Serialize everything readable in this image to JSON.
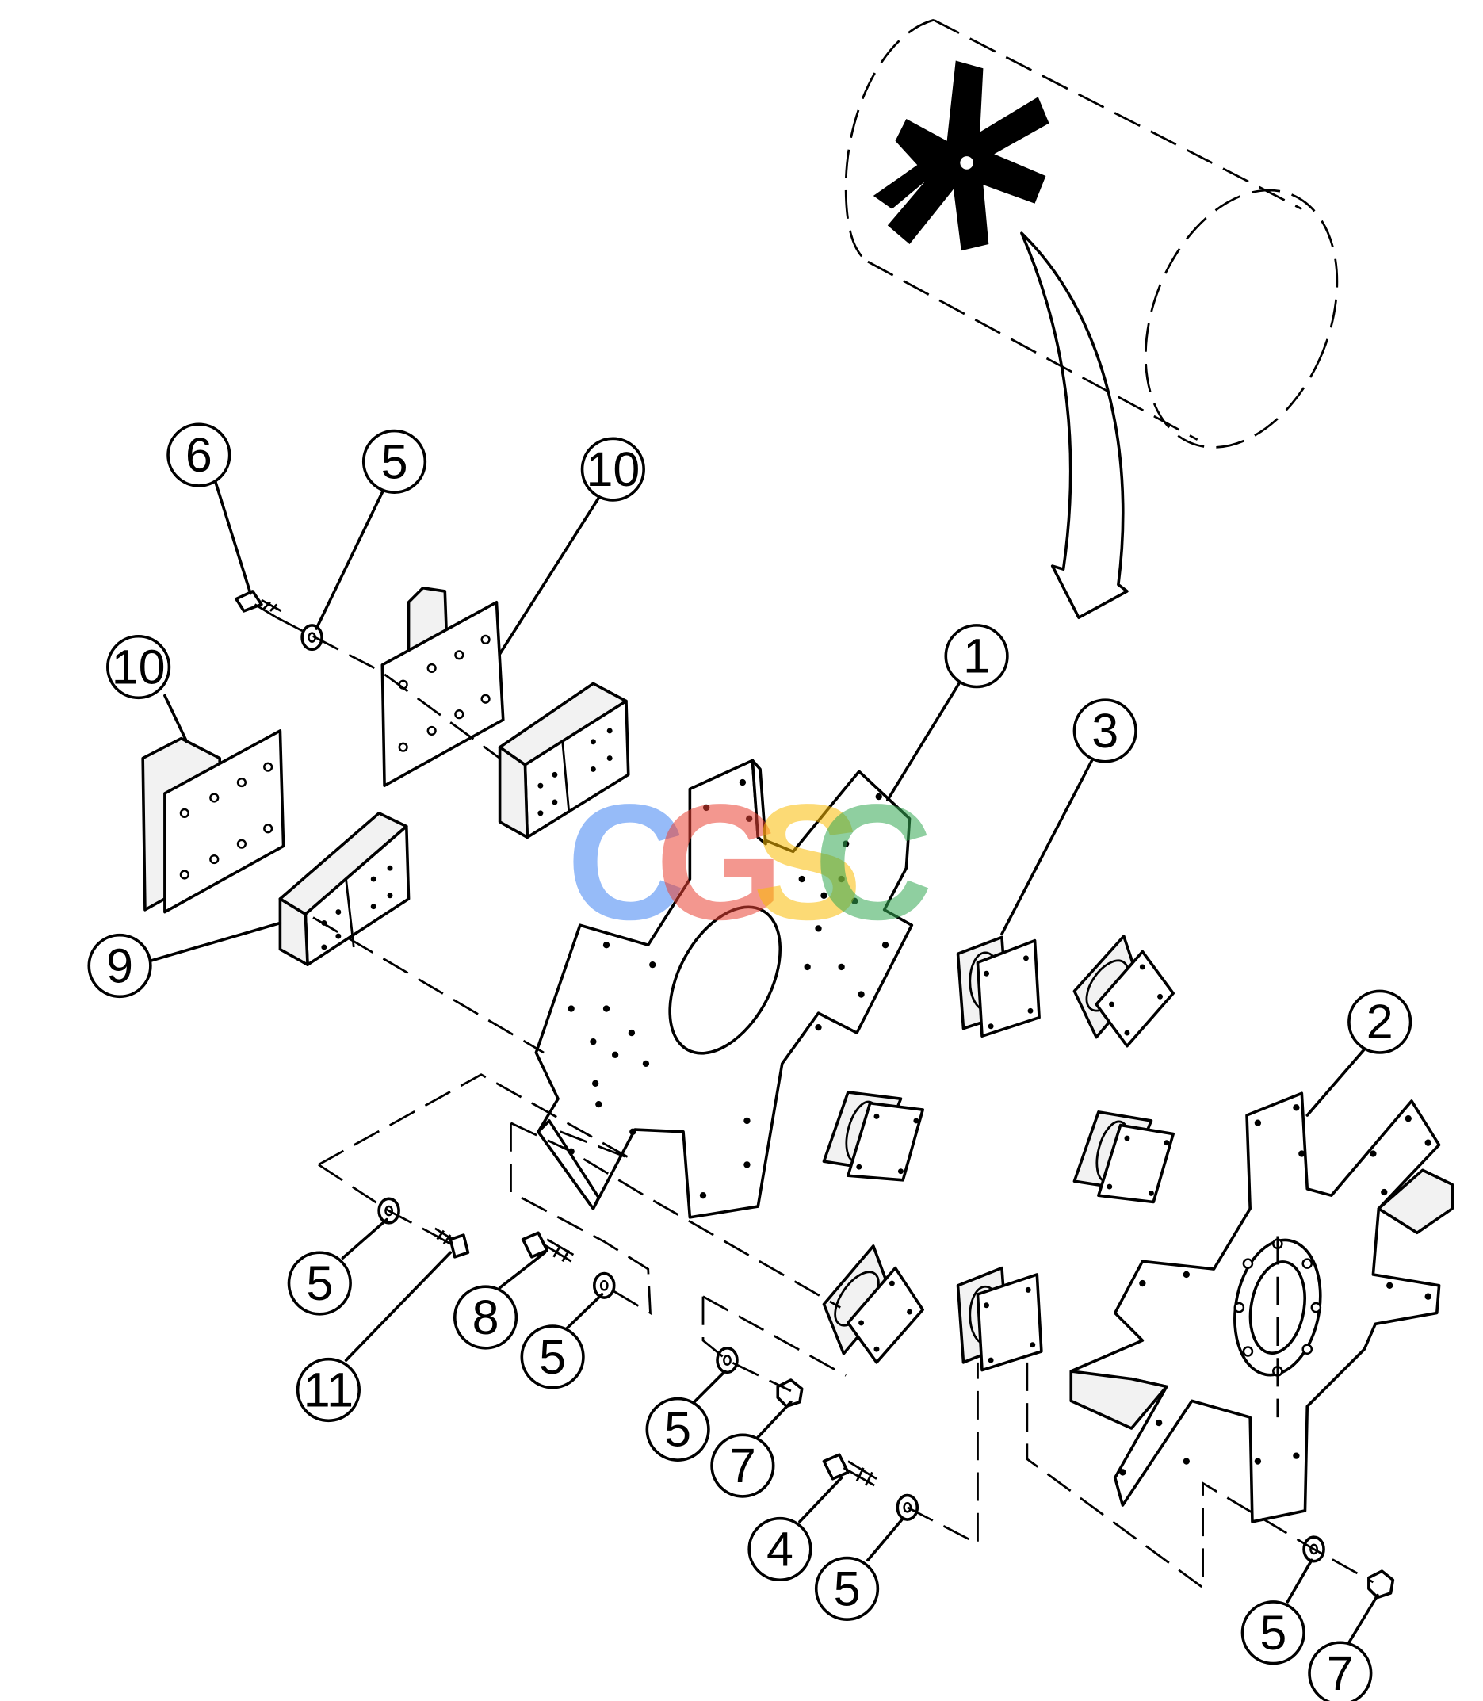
{
  "watermark": {
    "letters": [
      {
        "char": "C",
        "color": "#4285f4"
      },
      {
        "char": "G",
        "color": "#ea4335"
      },
      {
        "char": "S",
        "color": "#fbbc05"
      },
      {
        "char": "C",
        "color": "#34a853"
      }
    ]
  },
  "callouts": [
    {
      "id": "c1",
      "label": "1"
    },
    {
      "id": "c2",
      "label": "2"
    },
    {
      "id": "c3",
      "label": "3"
    },
    {
      "id": "c4",
      "label": "4"
    },
    {
      "id": "c5a",
      "label": "5"
    },
    {
      "id": "c5b",
      "label": "5"
    },
    {
      "id": "c5c",
      "label": "5"
    },
    {
      "id": "c5d",
      "label": "5"
    },
    {
      "id": "c5e",
      "label": "5"
    },
    {
      "id": "c5f",
      "label": "5"
    },
    {
      "id": "c6",
      "label": "6"
    },
    {
      "id": "c7a",
      "label": "7"
    },
    {
      "id": "c7b",
      "label": "7"
    },
    {
      "id": "c8",
      "label": "8"
    },
    {
      "id": "c9",
      "label": "9"
    },
    {
      "id": "c10a",
      "label": "10"
    },
    {
      "id": "c10b",
      "label": "10"
    },
    {
      "id": "c11",
      "label": "11"
    }
  ]
}
